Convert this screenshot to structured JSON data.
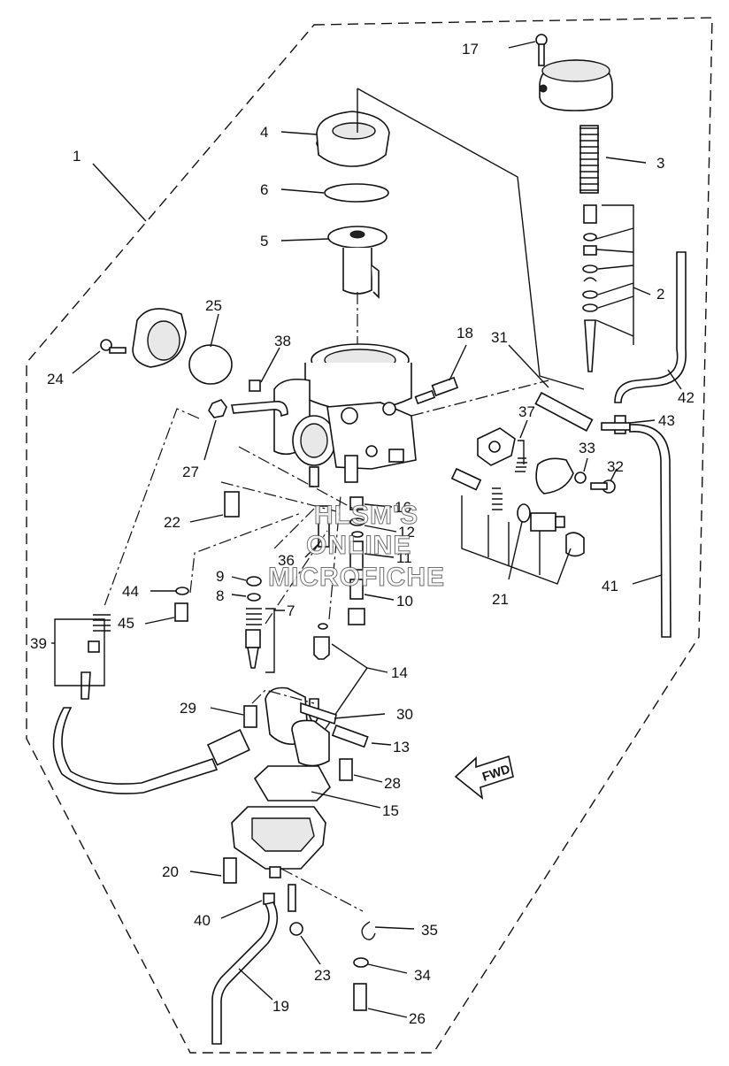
{
  "watermark": {
    "line1": "HLSM'S",
    "line2": "ONLINE",
    "line3": "MICROFICHE"
  },
  "direction_label": "FWD",
  "callouts": [
    "1",
    "2",
    "3",
    "4",
    "5",
    "6",
    "7",
    "8",
    "9",
    "10",
    "11",
    "12",
    "13",
    "14",
    "15",
    "16",
    "17",
    "18",
    "19",
    "20",
    "21",
    "22",
    "23",
    "24",
    "25",
    "26",
    "27",
    "28",
    "29",
    "30",
    "31",
    "32",
    "33",
    "34",
    "35",
    "36",
    "37",
    "38",
    "39",
    "40",
    "41",
    "42",
    "43",
    "44",
    "45"
  ]
}
